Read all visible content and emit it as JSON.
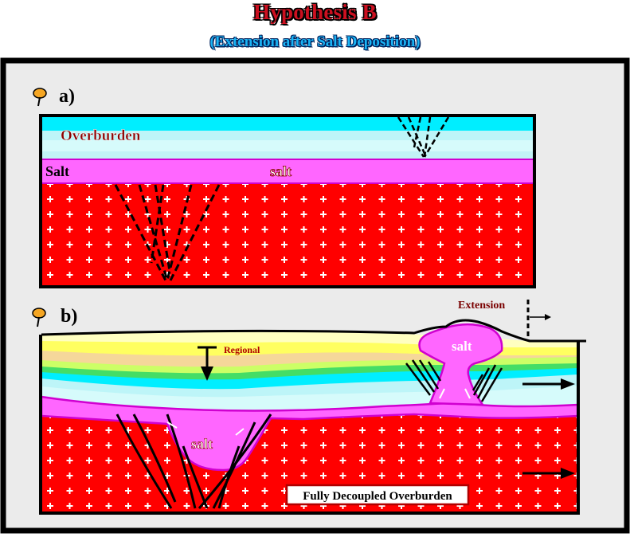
{
  "header": {
    "title": "Hypothesis B",
    "subtitle": "(Extension after Salt Deposition)"
  },
  "panel_a": {
    "label": "a)",
    "overburden_label": "Overburden",
    "salt_side_label": "Salt",
    "salt_label": "salt"
  },
  "panel_b": {
    "label": "b)",
    "extension_label": "Extension",
    "regional_label": "Regional",
    "salt_diapir_label": "salt",
    "salt_basin_label": "salt",
    "caption": "Fully Decoupled Overburden"
  },
  "colors": {
    "basement": "#ff0000",
    "salt": "#ff66ff",
    "overburden_cyan": "#00eeff",
    "title_red": "#cc1020",
    "subtitle_blue": "#1ab4f5",
    "frame_gray": "#ebebeb"
  }
}
